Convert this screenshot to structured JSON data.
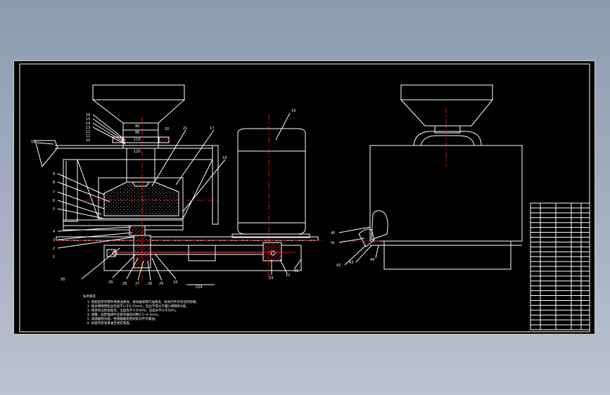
{
  "drawing": {
    "colors": {
      "background": "#000000",
      "lines": "#ffffff",
      "centerlines": "#ff2020",
      "frame_bg": "#95a2b6"
    },
    "front_view": {
      "feed_pipe_label": "18",
      "callouts_left": [
        "9",
        "8",
        "7",
        "6",
        "5",
        "4",
        "3",
        "2",
        "1"
      ],
      "callouts_top": [
        "16",
        "15",
        "14",
        "13",
        "12",
        "11",
        "10",
        "20",
        "21",
        "17",
        "19"
      ],
      "callouts_bottom": [
        "30",
        "29",
        "28",
        "27",
        "26",
        "25",
        "24",
        "23",
        "22",
        "31"
      ],
      "hopper_dims": [
        "90",
        "86",
        "110",
        "120"
      ],
      "bottom_dim": "224",
      "motor_label": "19"
    },
    "side_view": {
      "callouts": [
        "40",
        "41",
        "42",
        "43",
        "44"
      ]
    },
    "notes": {
      "title": "技术要求",
      "lines": [
        "1. 装配前所有零件用煤油清洗，滚动轴承用汽油清洗，机体内不许有任何杂物。",
        "2. 啮合侧隙用铅丝检验不小于0.15mm，铅丝不得大于最小侧隙的4倍。",
        "3. 用涂色法检验斑点，沿齿高不小于40%，沿齿长不小于50%。",
        "4. 调整、固定轴承时应留有轴向间隙0.2~0.3mm。",
        "5. 减速器剖分面、各接触面及密封处均不许漏油。",
        "6. 机座内装润滑油至规定高度。"
      ]
    },
    "parts_table": {
      "rows": 26
    }
  }
}
